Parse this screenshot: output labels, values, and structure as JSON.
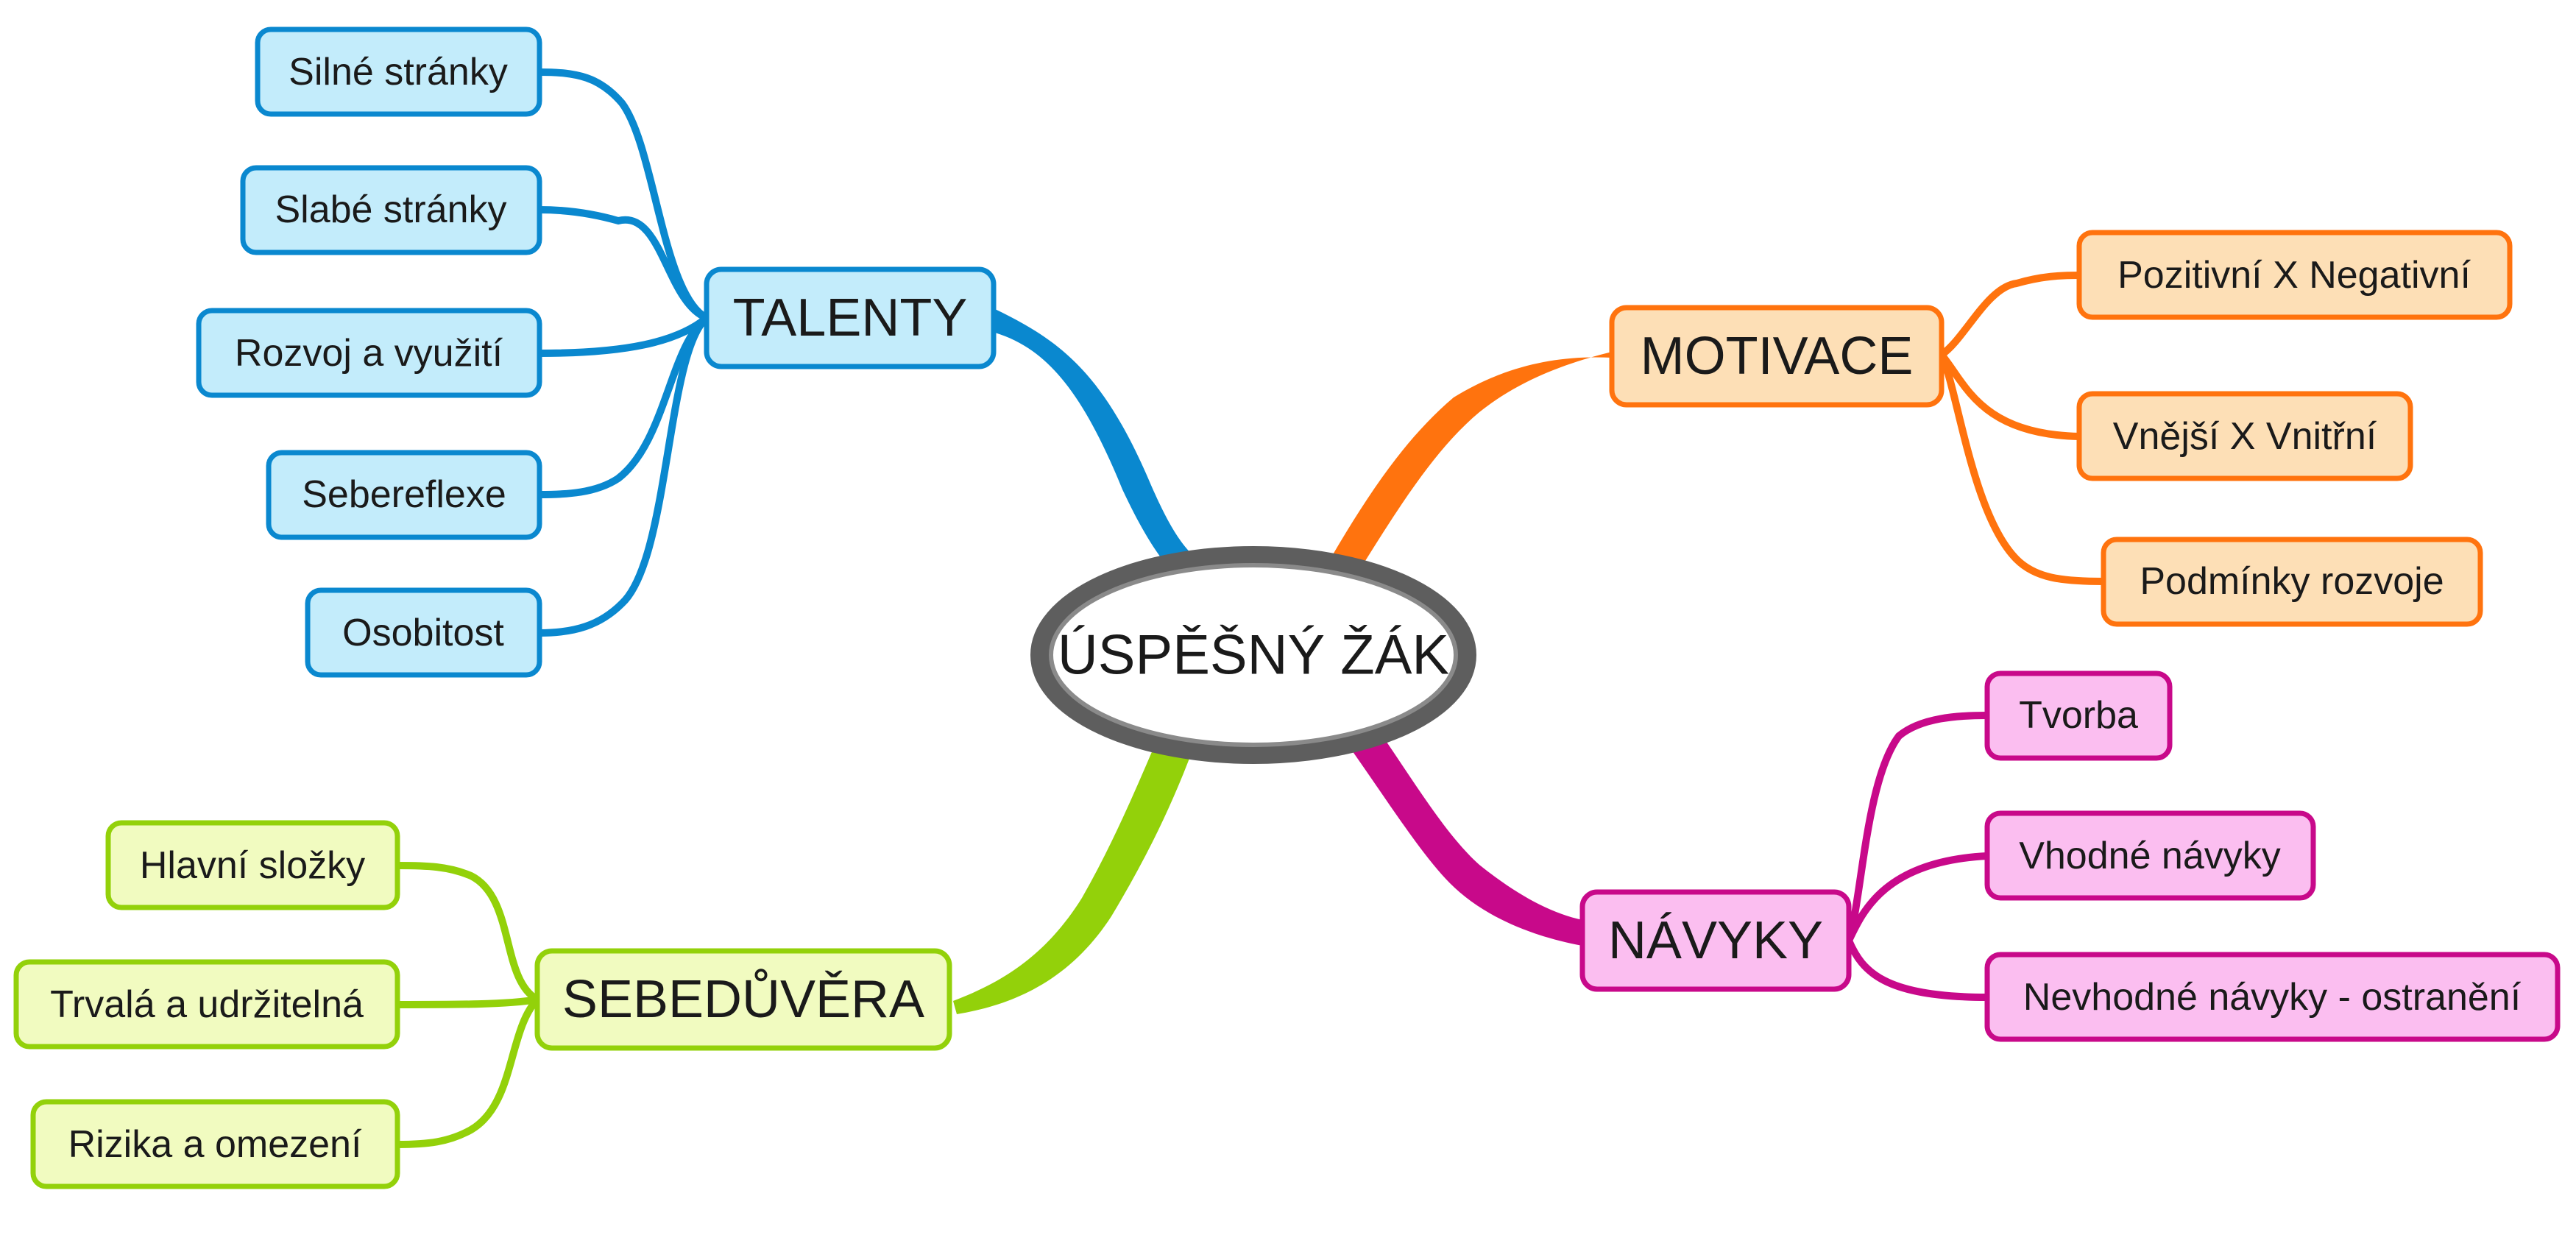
{
  "center": {
    "label": "ÚSPĚŠNÝ ŽÁK"
  },
  "branches": {
    "talenty": {
      "label": "TALENTY",
      "color": "#0a88cf",
      "fill": "#c3ecfb",
      "children": [
        "Silné stránky",
        "Slabé stránky",
        "Rozvoj a využití",
        "Sebereflexe",
        "Osobitost"
      ]
    },
    "motivace": {
      "label": "MOTIVACE",
      "color": "#ff730e",
      "fill": "#fddfb6",
      "children": [
        "Pozitivní X Negativní",
        "Vnější X Vnitřní",
        "Podmínky rozvoje"
      ]
    },
    "sebeduvera": {
      "label": "SEBEDŮVĚRA",
      "color": "#93d10a",
      "fill": "#f1fbc0",
      "children": [
        "Hlavní složky",
        "Trvalá a udržitelná",
        "Rizika a omezení"
      ]
    },
    "navyky": {
      "label": "NÁVYKY",
      "color": "#c8098a",
      "fill": "#fbbef0",
      "children": [
        "Tvorba",
        "Vhodné návyky",
        "Nevhodné návyky - ostranění"
      ]
    }
  }
}
